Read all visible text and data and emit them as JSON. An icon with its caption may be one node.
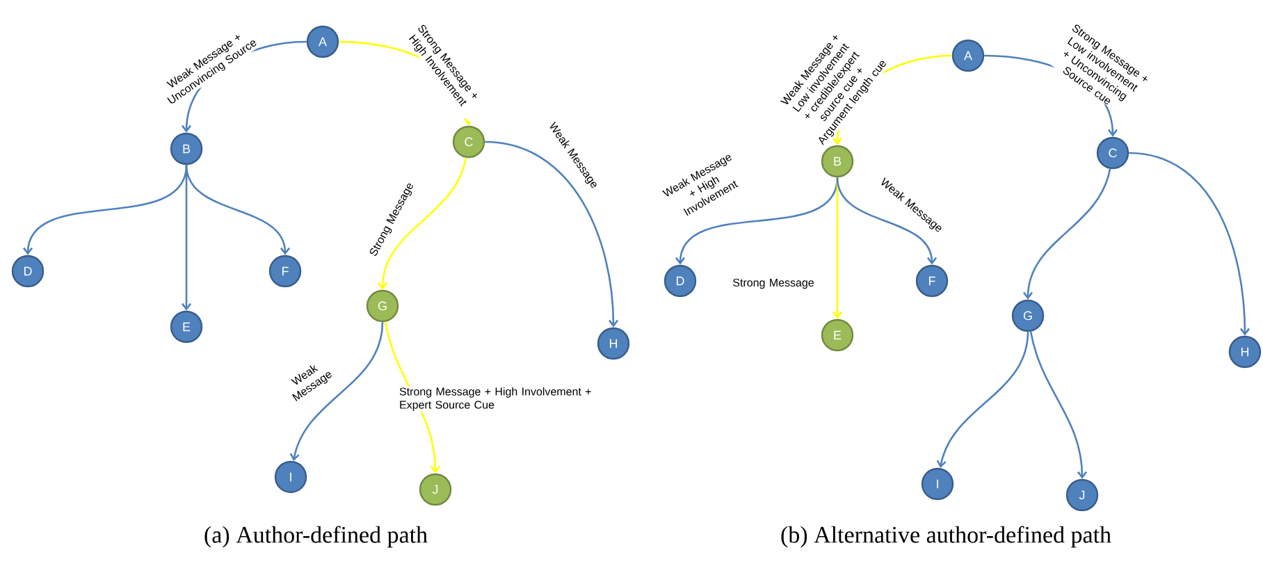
{
  "diagram": {
    "nodes": [
      {
        "text": [
          "A"
        ]
      },
      {
        "text": [
          "B"
        ]
      },
      {
        "text": [
          "C"
        ]
      },
      {
        "text": [
          "D"
        ]
      },
      {
        "text": [
          "E"
        ]
      },
      {
        "text": [
          "F"
        ]
      },
      {
        "text": [
          "G"
        ]
      },
      {
        "text": [
          "H"
        ]
      },
      {
        "text": [
          "I"
        ]
      },
      {
        "text": [
          "J"
        ]
      },
      {
        "text": [
          "A"
        ]
      },
      {
        "text": [
          "B"
        ]
      },
      {
        "text": [
          "C"
        ]
      },
      {
        "text": [
          "D"
        ]
      },
      {
        "text": [
          "E"
        ]
      },
      {
        "text": [
          "F"
        ]
      },
      {
        "text": [
          "G"
        ]
      },
      {
        "text": [
          "H"
        ]
      },
      {
        "text": [
          "I"
        ]
      },
      {
        "text": [
          "J"
        ]
      }
    ],
    "edges": [
      {
        "from": 0,
        "to": 1,
        "arrow": "to",
        "label": "Weak Message + Unconvincing Source"
      },
      {
        "from": 0,
        "to": 2,
        "arrow": "to",
        "label": "Strong Message + High Involvement",
        "color": "#ffff00"
      },
      {
        "from": 1,
        "to": 3,
        "arrow": "to"
      },
      {
        "from": 1,
        "to": 4,
        "arrow": "to"
      },
      {
        "from": 1,
        "to": 5,
        "arrow": "to"
      },
      {
        "from": 2,
        "to": 6,
        "arrow": "to",
        "label": "Strong Message",
        "color": "#ffff00"
      },
      {
        "from": 2,
        "to": 7,
        "arrow": "to",
        "label": "Weak Message"
      },
      {
        "from": 6,
        "to": 8,
        "arrow": "to",
        "label": "Weak Message"
      },
      {
        "from": 6,
        "to": 9,
        "arrow": "to",
        "label": "Strong Message + High Involvement + Expert Source Cue",
        "color": "#ffff00"
      },
      {
        "from": 10,
        "to": 11,
        "arrow": "to",
        "label": "Weak Message + Low involvement + credible/expert source cue + Argument length cue",
        "color": "#ffff00"
      },
      {
        "from": 10,
        "to": 12,
        "arrow": "to",
        "label": "Strong Message + Low involvement + Unconvincing Source cue"
      },
      {
        "from": 11,
        "to": 13,
        "arrow": "to",
        "label": "Weak Message + High Involvement"
      },
      {
        "from": 11,
        "to": 14,
        "arrow": "to",
        "label": "Strong Message",
        "color": "#ffff00"
      },
      {
        "from": 11,
        "to": 15,
        "arrow": "to",
        "label": "Weak Message"
      },
      {
        "from": 12,
        "to": 16,
        "arrow": "to"
      },
      {
        "from": 12,
        "to": 17,
        "arrow": "to"
      },
      {
        "from": 16,
        "to": 18,
        "arrow": "to"
      },
      {
        "from": 16,
        "to": 19,
        "arrow": "to"
      }
    ],
    "labels": [
      "(a) Author-defined path",
      "(b) Alternative author-defined path"
    ]
  }
}
